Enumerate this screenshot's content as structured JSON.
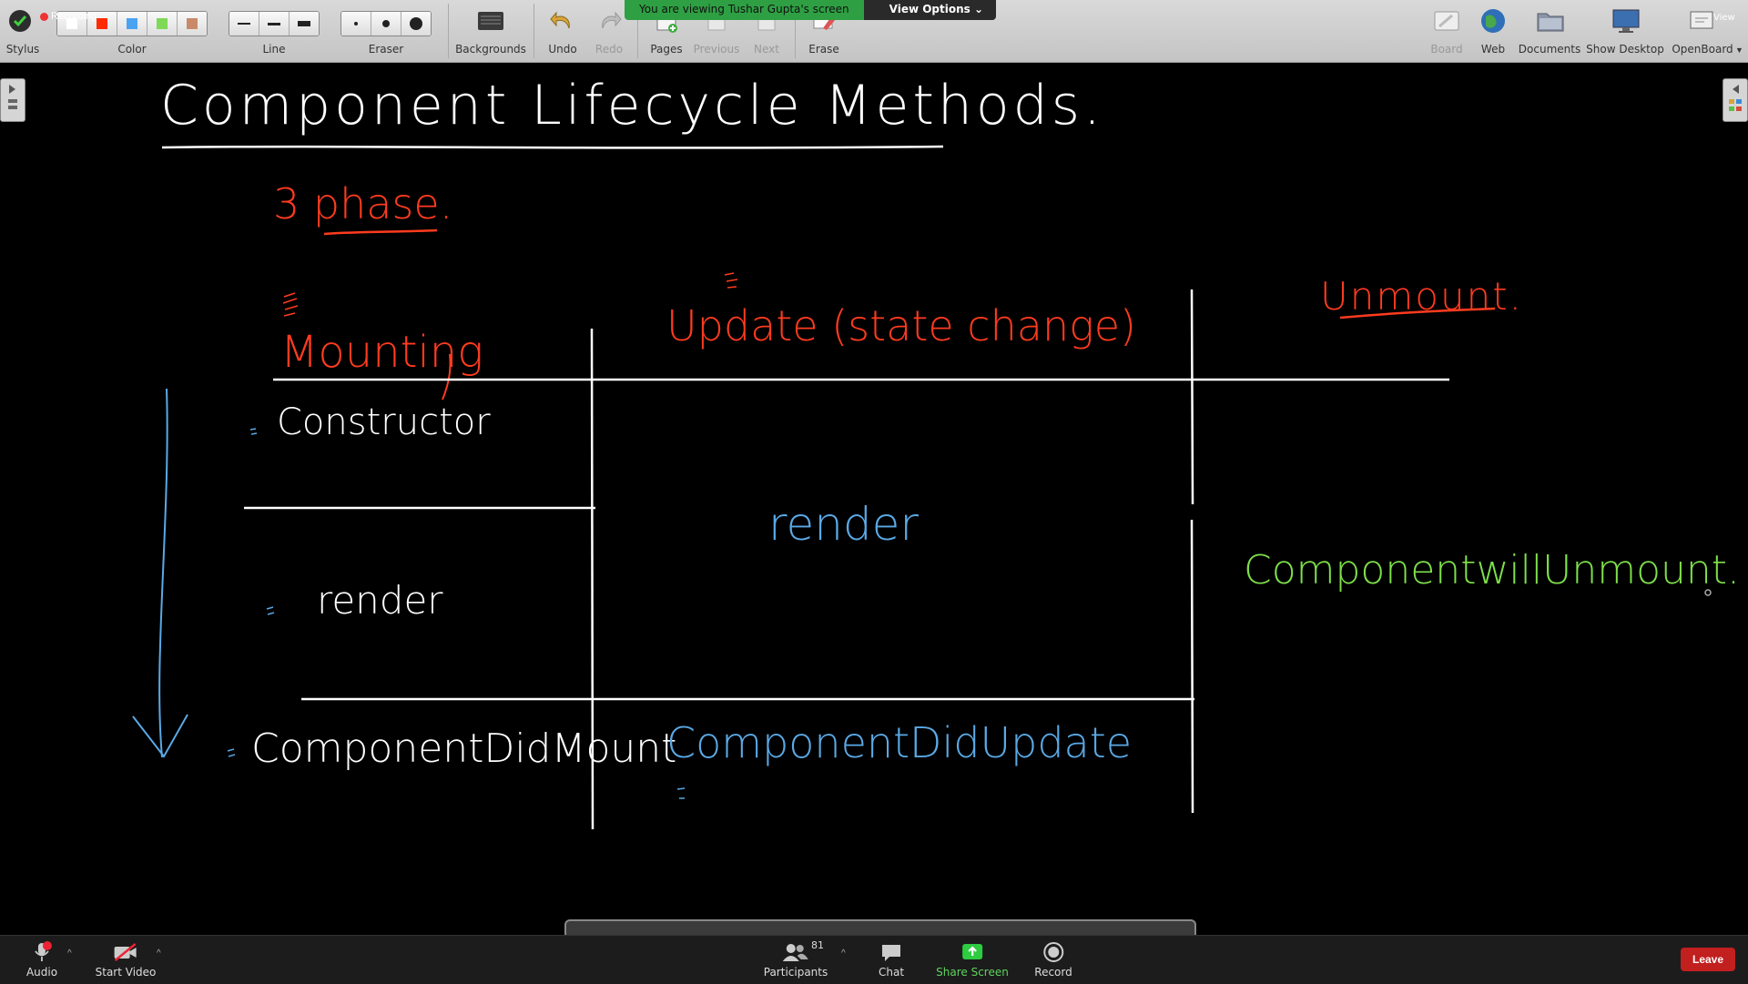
{
  "toolbar": {
    "recording_label": "Recording",
    "stylus": "Stylus",
    "color": "Color",
    "line": "Line",
    "eraser": "Eraser",
    "backgrounds": "Backgrounds",
    "undo": "Undo",
    "redo": "Redo",
    "pages": "Pages",
    "previous": "Previous",
    "next": "Next",
    "erase": "Erase",
    "board": "Board",
    "web": "Web",
    "documents": "Documents",
    "show_desktop": "Show Desktop",
    "openboard": "OpenBoard",
    "view": "View",
    "colors": [
      "#ffffff",
      "#ff2a00",
      "#4aa3f0",
      "#7ed957",
      "#c98a6a"
    ]
  },
  "share_banner": {
    "message": "You are viewing Tushar Gupta's screen",
    "view_options": "View Options"
  },
  "board": {
    "title": "Component Lifecycle Methods.",
    "phase": "3 phase.",
    "col_mounting": "Mounting",
    "col_update": "Update (state change)",
    "col_unmount": "Unmount.",
    "m_constructor": "Constructor",
    "m_render": "render",
    "m_did_mount": "ComponentDidMount",
    "u_render": "render",
    "u_did_update": "ComponentDidUpdate",
    "un_will_unmount": "ComponentwillUnmount.",
    "colors": {
      "white": "#ffffff",
      "red": "#ff3b1f",
      "blue": "#5aa9e6",
      "green": "#7ee04a"
    }
  },
  "bottom": {
    "audio": "Audio",
    "start_video": "Start Video",
    "participants": "Participants",
    "participants_count": "81",
    "chat": "Chat",
    "share_screen": "Share Screen",
    "record": "Record",
    "leave": "Leave"
  }
}
